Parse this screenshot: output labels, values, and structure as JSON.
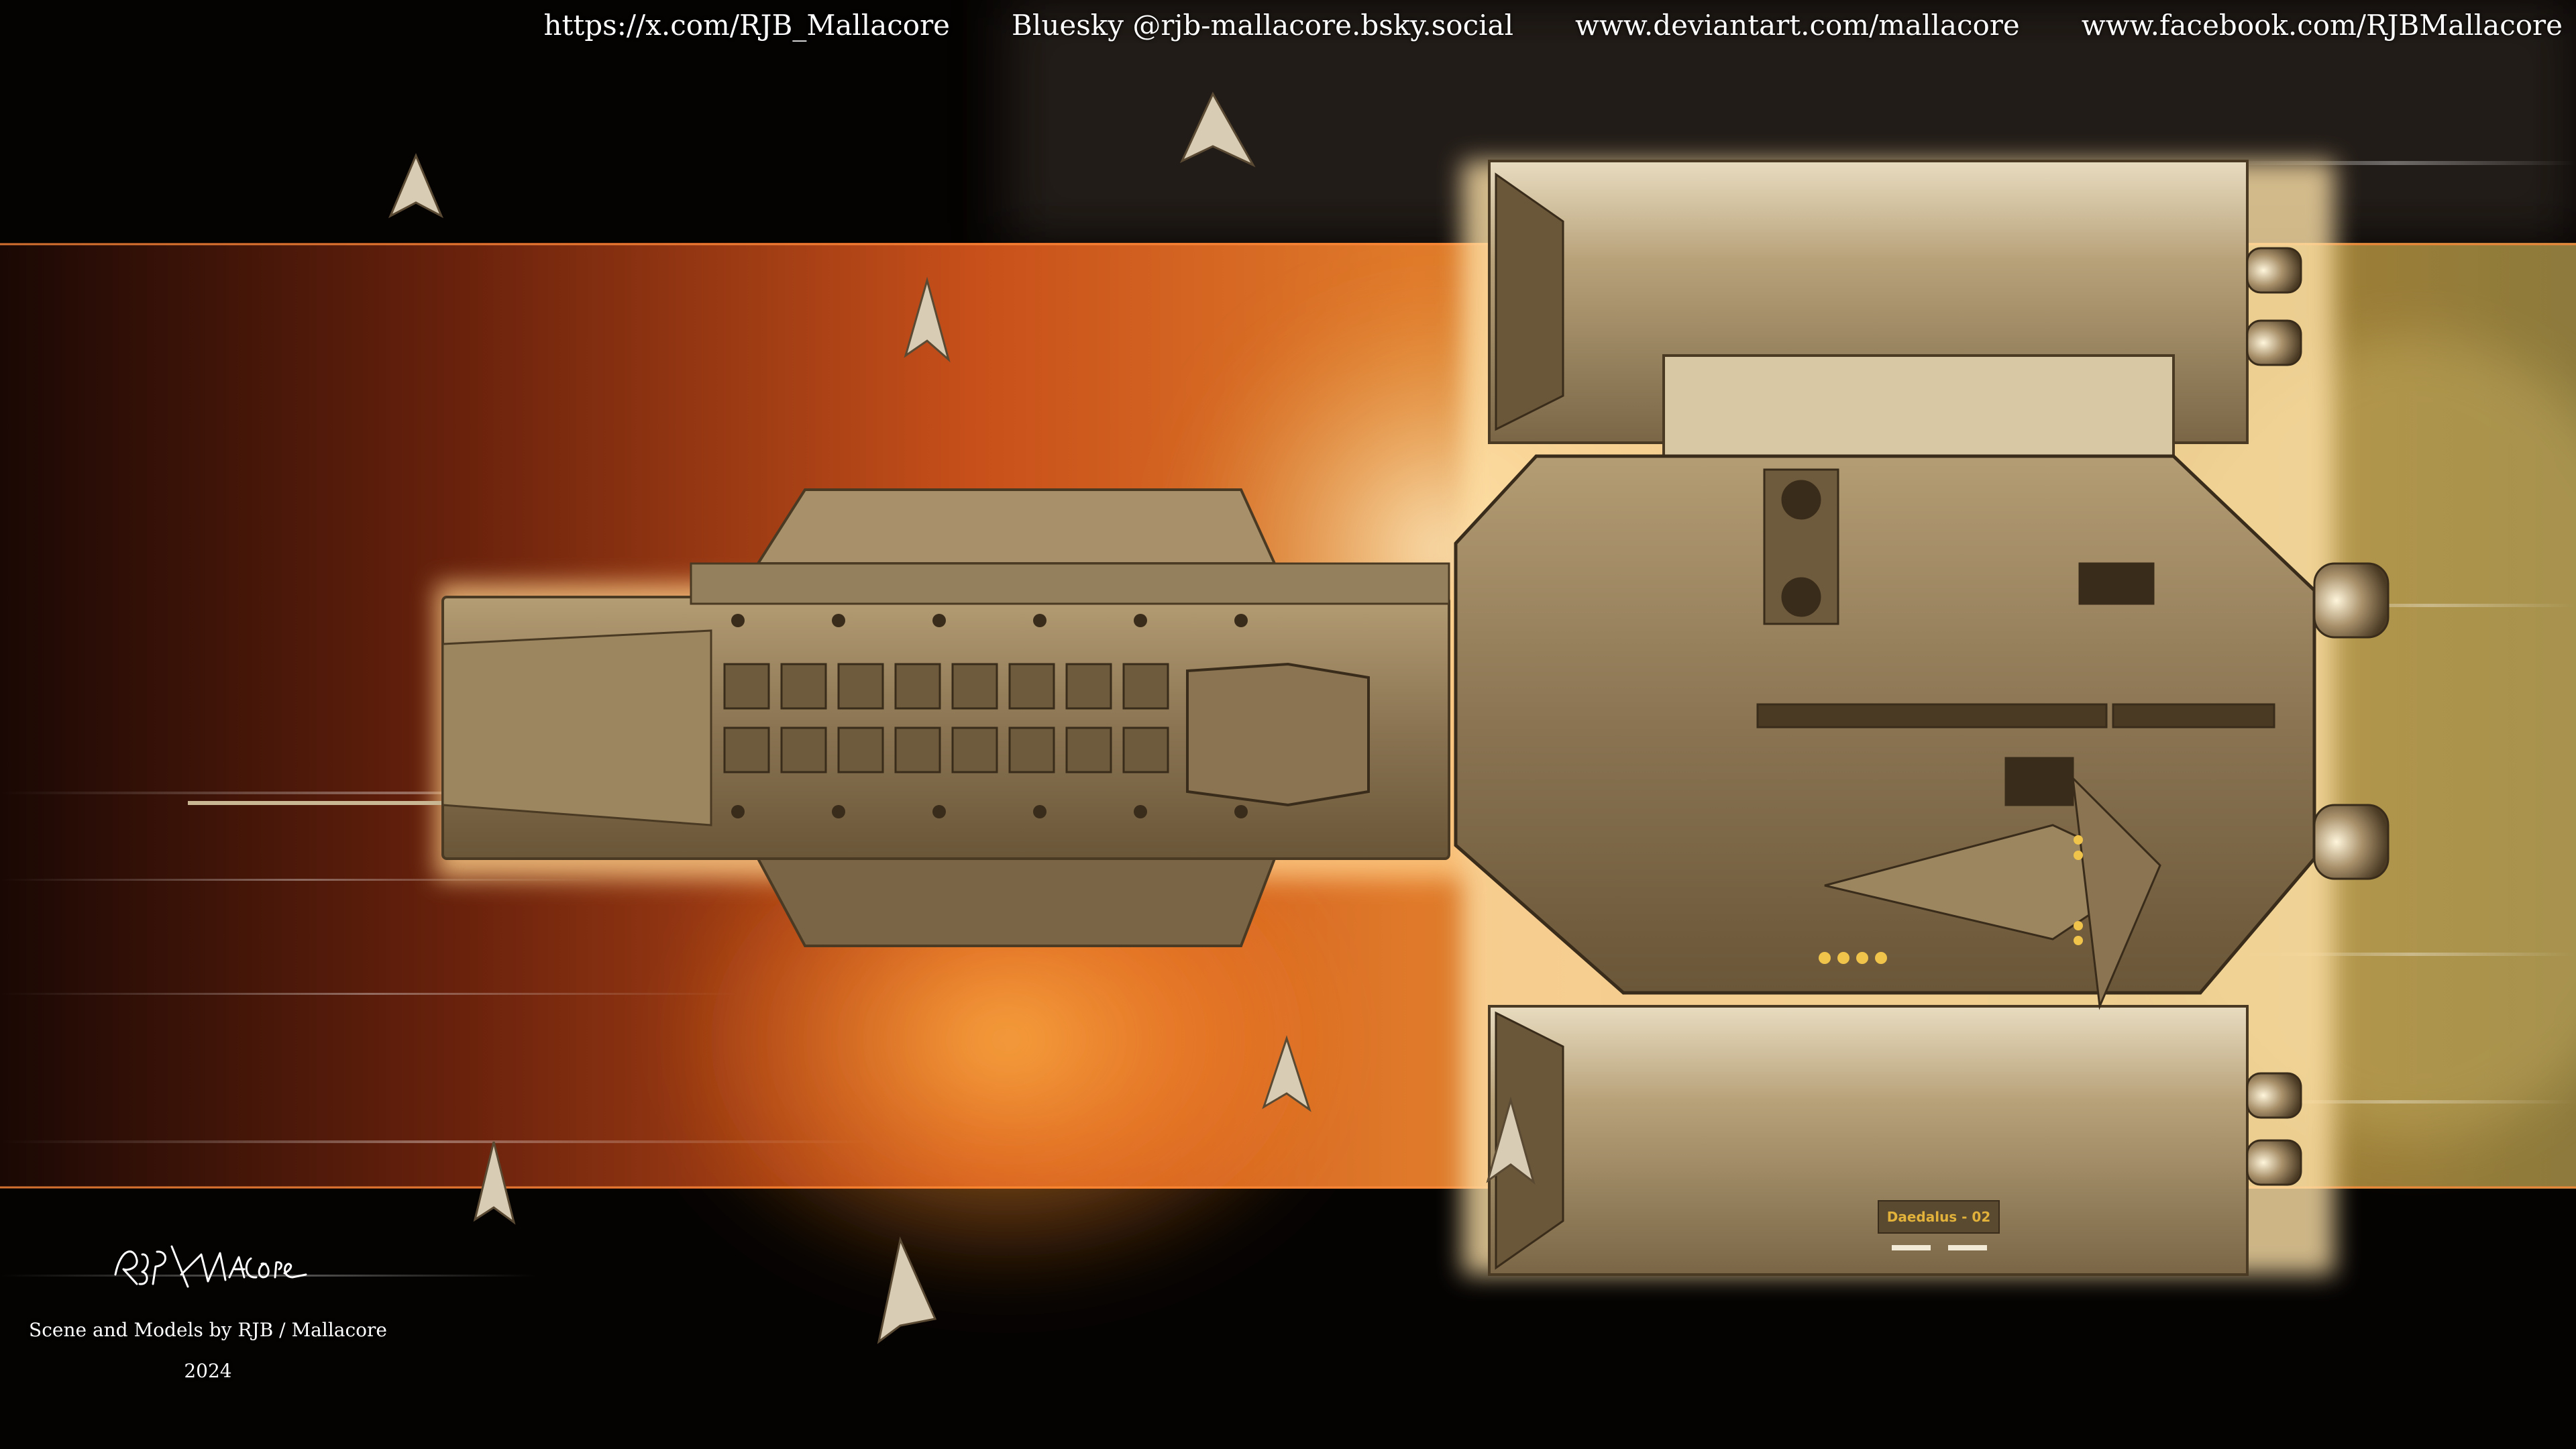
{
  "social_links": [
    {
      "id": "twitter",
      "label": "https://x.com/RJB_Mallacore"
    },
    {
      "id": "bluesky",
      "label": "Bluesky @rjb-mallacore.bsky.social"
    },
    {
      "id": "deviantart",
      "label": "www.deviantart.com/mallacore"
    },
    {
      "id": "facebook",
      "label": "www.facebook.com/RJBMallacore"
    }
  ],
  "credit": {
    "signature": "RJB/MALLACORE",
    "line": "Scene and Models by RJB / Mallacore",
    "year": "2024"
  },
  "ship": {
    "hull_label": "Daedalus - 02"
  },
  "colors": {
    "space_black": "#050302",
    "nebula_orange": "#d2561c",
    "nebula_gold": "#c89a3a",
    "hull_tan": "#8a7452",
    "hull_light": "#c9b793",
    "engine_glow": "#ffe2a8",
    "label_gold": "#e2b23a"
  },
  "fighter_count": 7,
  "icons": {
    "fighter": "delta-wing-fighter-icon",
    "engine": "thruster-nozzle-icon"
  }
}
